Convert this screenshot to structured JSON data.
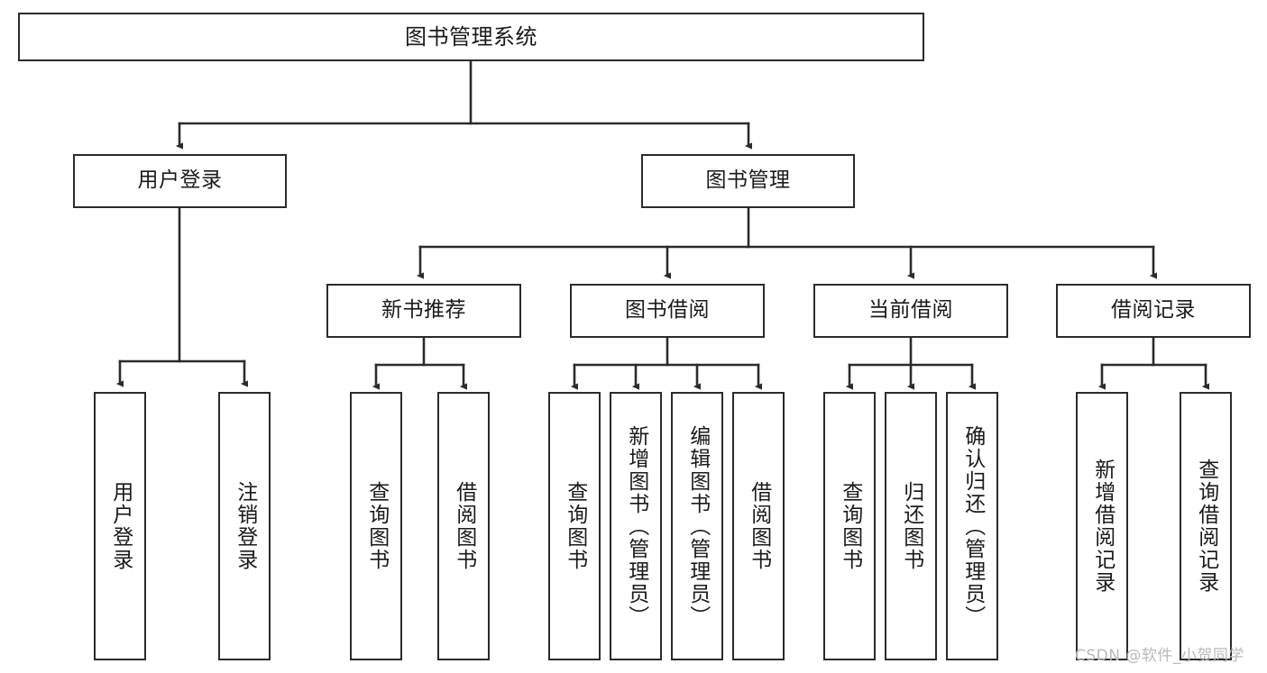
{
  "diagram": {
    "kind": "tree-diagram",
    "title": "图书管理系统",
    "watermark": "CSDN @软件_小贺同学",
    "colors": {
      "box_border": "#2b2b2b",
      "edge": "#2b2b2b",
      "text": "#1a1a1a",
      "background": "#ffffff",
      "watermark": "#b9b9b9"
    },
    "levels": {
      "root": {
        "label": "图书管理系统"
      },
      "level2": [
        {
          "label": "用户登录"
        },
        {
          "label": "图书管理"
        }
      ],
      "level3": [
        {
          "label": "新书推荐"
        },
        {
          "label": "图书借阅"
        },
        {
          "label": "当前借阅"
        },
        {
          "label": "借阅记录"
        }
      ],
      "leaves": {
        "user_login": [
          {
            "label": "用户登录"
          },
          {
            "label": "注销登录"
          }
        ],
        "new_book_recommend": [
          {
            "label": "查询图书"
          },
          {
            "label": "借阅图书"
          }
        ],
        "book_borrow": [
          {
            "label": "查询图书"
          },
          {
            "label": "新增图书（管理员）"
          },
          {
            "label": "编辑图书（管理员）"
          },
          {
            "label": "借阅图书"
          }
        ],
        "current_borrow": [
          {
            "label": "查询图书"
          },
          {
            "label": "归还图书"
          },
          {
            "label": "确认归还（管理员）"
          }
        ],
        "borrow_record": [
          {
            "label": "新增借阅记录"
          },
          {
            "label": "查询借阅记录"
          }
        ]
      }
    }
  }
}
